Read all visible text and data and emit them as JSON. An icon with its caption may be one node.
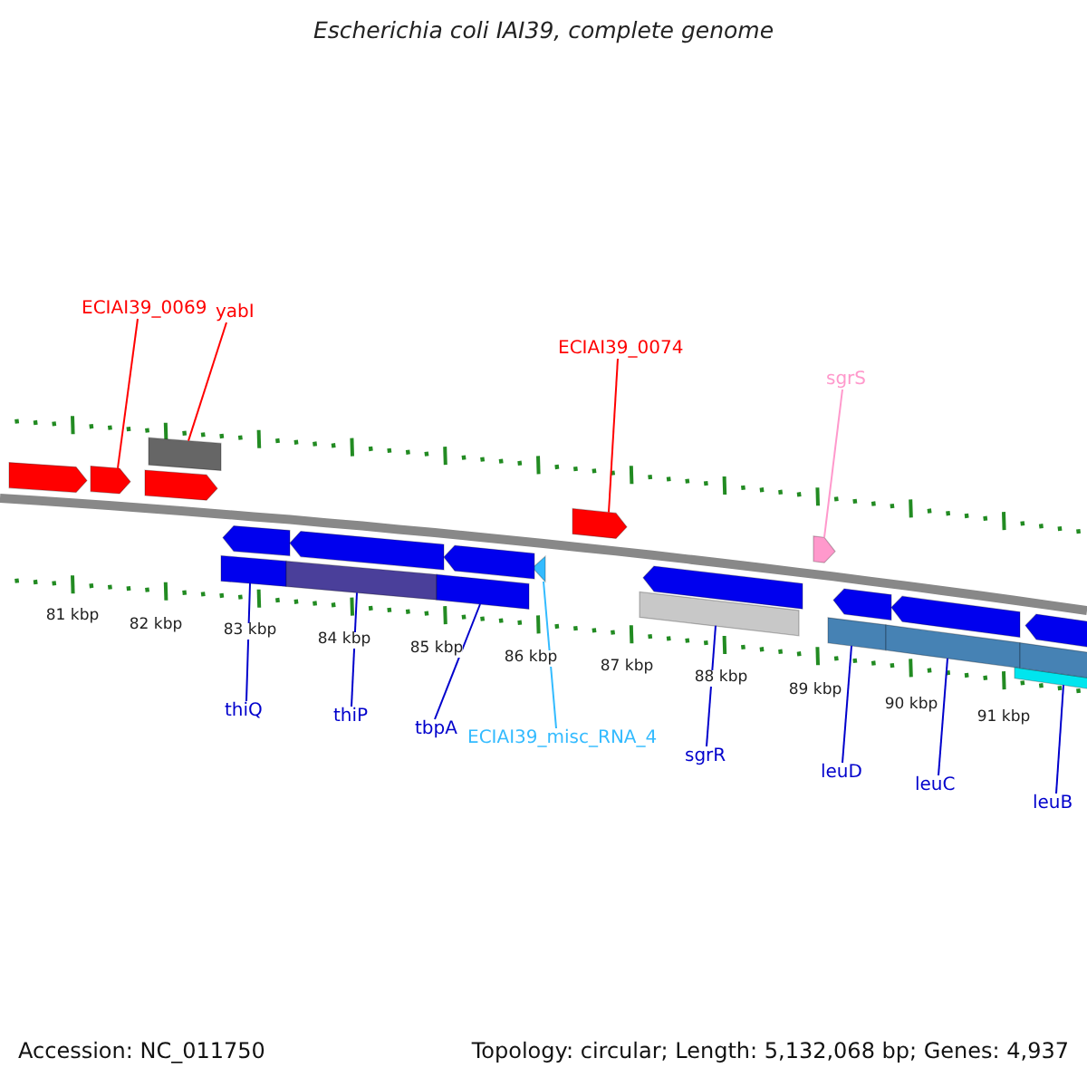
{
  "diagram": {
    "title": "Escherichia coli IAI39, complete genome",
    "nodes": [
      {
        "text": [
          "ECIAI39_0069"
        ]
      },
      {
        "text": [],
        "shape": "arrow"
      },
      {
        "text": [
          "yabI"
        ]
      },
      {
        "text": [],
        "shape": "bar"
      },
      {
        "text": [
          "ECIAI39_0074"
        ]
      },
      {
        "text": [],
        "shape": "arrow"
      },
      {
        "text": [
          "sgrS"
        ]
      },
      {
        "text": [],
        "shape": "arrow"
      },
      {
        "text": [
          "thiQ"
        ]
      },
      {
        "text": [],
        "shape": "bar"
      },
      {
        "text": [
          "thiP"
        ]
      },
      {
        "text": [],
        "shape": "bar"
      },
      {
        "text": [
          "tbpA"
        ]
      },
      {
        "text": [],
        "shape": "bar"
      },
      {
        "text": [
          "ECIAI39_misc_RNA_4"
        ]
      },
      {
        "text": [],
        "shape": "triangle"
      },
      {
        "text": [
          "sgrR"
        ]
      },
      {
        "text": [],
        "shape": "bar"
      },
      {
        "text": [
          "leuD"
        ]
      },
      {
        "text": [],
        "shape": "bar"
      },
      {
        "text": [
          "leuC"
        ]
      },
      {
        "text": [],
        "shape": "bar"
      },
      {
        "text": [
          "leuB"
        ]
      },
      {
        "text": [],
        "shape": "bar"
      },
      {
        "text": [],
        "shape": "arrow"
      },
      {
        "text": [],
        "shape": "arrow"
      },
      {
        "text": [],
        "shape": "arrow"
      },
      {
        "text": [],
        "shape": "arrow"
      },
      {
        "text": [],
        "shape": "arrow"
      },
      {
        "text": [],
        "shape": "arrow"
      },
      {
        "text": [],
        "shape": "arrow"
      },
      {
        "text": [],
        "shape": "arrow"
      },
      {
        "text": [],
        "shape": "arrow"
      },
      {
        "text": [],
        "shape": "bar"
      }
    ],
    "edges": [
      {
        "from": 0,
        "to": 1,
        "arrow": "none",
        "color": "#ff0000"
      },
      {
        "from": 2,
        "to": 3,
        "arrow": "none",
        "color": "#ff0000"
      },
      {
        "from": 4,
        "to": 5,
        "arrow": "none",
        "color": "#ff0000"
      },
      {
        "from": 6,
        "to": 7,
        "arrow": "none",
        "color": "#ff99cc"
      },
      {
        "from": 8,
        "to": 9,
        "arrow": "none"
      },
      {
        "from": 10,
        "to": 11,
        "arrow": "none"
      },
      {
        "from": 12,
        "to": 13,
        "arrow": "none"
      },
      {
        "from": 14,
        "to": 15,
        "arrow": "none",
        "color": "#33bbff"
      },
      {
        "from": 16,
        "to": 17,
        "arrow": "none"
      },
      {
        "from": 18,
        "to": 19,
        "arrow": "none"
      },
      {
        "from": 20,
        "to": 21,
        "arrow": "none"
      },
      {
        "from": 22,
        "to": 23,
        "arrow": "none"
      }
    ],
    "labels": [
      "81 kbp",
      "82 kbp",
      "83 kbp",
      "84 kbp",
      "85 kbp",
      "86 kbp",
      "87 kbp",
      "88 kbp",
      "89 kbp",
      "90 kbp",
      "91 kbp",
      "Accession: NC_011750",
      "Topology: circular; Length: 5,132,068 bp; Genes: 4,937"
    ]
  }
}
